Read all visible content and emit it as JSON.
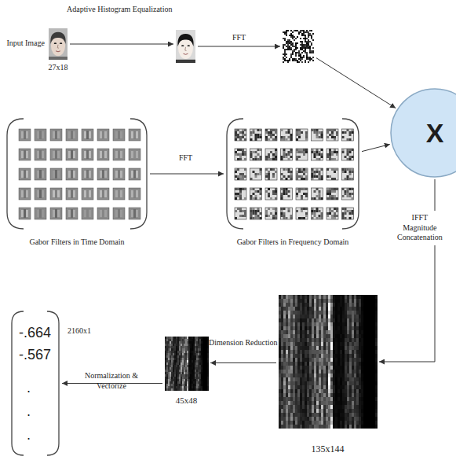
{
  "diagram": {
    "nodes": [
      {
        "text": [
          "Input Image",
          "27x18"
        ]
      },
      {
        "text": []
      },
      {
        "text": []
      },
      {
        "text": [
          "Gabor Filters in Time Domain"
        ]
      },
      {
        "text": [
          "Gabor Filters in Frequency Domain"
        ]
      },
      {
        "text": [
          "X"
        ]
      },
      {
        "text": [
          "135x144"
        ]
      },
      {
        "text": [
          "45x48"
        ]
      },
      {
        "text": [
          "-.664",
          "-.567",
          ".",
          ".",
          ".",
          "2160x1"
        ]
      }
    ],
    "edges": [
      {
        "from": 0,
        "to": 1,
        "arrow": "to",
        "label": "Adaptive Histogram Equalization"
      },
      {
        "from": 1,
        "to": 2,
        "arrow": "to",
        "label": "FFT"
      },
      {
        "from": 2,
        "to": 5,
        "arrow": "to"
      },
      {
        "from": 3,
        "to": 4,
        "arrow": "to",
        "label": "FFT"
      },
      {
        "from": 4,
        "to": 5,
        "arrow": "to"
      },
      {
        "from": 5,
        "to": 6,
        "arrow": "to",
        "label": "IFFT Magnitude Concatenation"
      },
      {
        "from": 6,
        "to": 7,
        "arrow": "to",
        "label": "Dimension Reduction"
      },
      {
        "from": 7,
        "to": 8,
        "arrow": "to",
        "label": "Normalization & Vectorize"
      }
    ]
  }
}
